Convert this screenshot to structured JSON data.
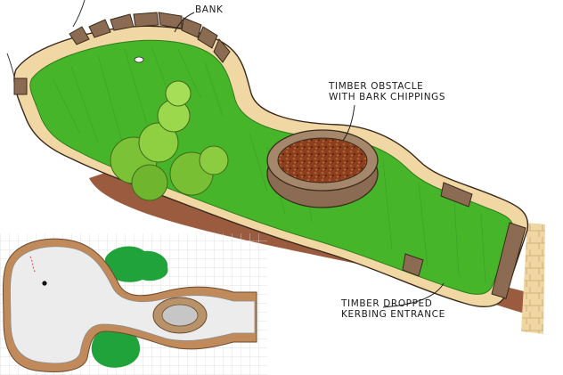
{
  "labels": {
    "bank": "BANK",
    "timber_obstacle_line1": "TIMBER OBSTACLE",
    "timber_obstacle_line2": "WITH BARK CHIPPINGS",
    "kerbing_line1": "TIMBER DROPPED",
    "kerbing_line2": "KERBING ENTRANCE"
  },
  "colors": {
    "fairway_green": "#47b52a",
    "fairway_dark": "#2f8a1e",
    "timber_kerb": "#f1d9a6",
    "bank_stone": "#8a6a50",
    "bark_chippings": "#8a3d1c",
    "shrub_green": "#86c93a",
    "plan_surface": "#ececec",
    "plan_kerb": "#c08a5a",
    "plan_shrub": "#1fa33a",
    "grid_line": "#d6d6d6"
  }
}
